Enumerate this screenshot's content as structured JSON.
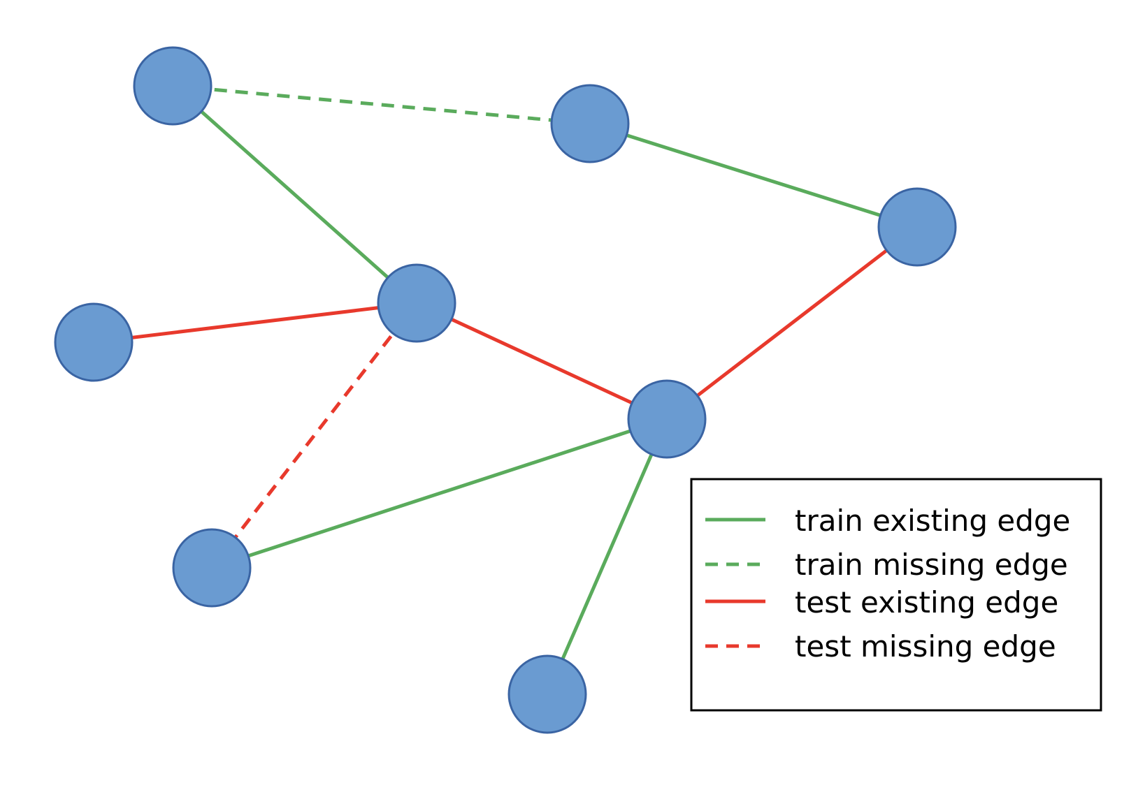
{
  "colors": {
    "train": "#5aab5c",
    "test": "#e8392c",
    "node_fill": "#6a9bd1",
    "node_stroke": "#3a64a3"
  },
  "legend": {
    "items": [
      {
        "label": "train existing edge",
        "kind": "train",
        "dashed": false
      },
      {
        "label": "train missing edge",
        "kind": "train",
        "dashed": true
      },
      {
        "label": "test existing edge",
        "kind": "test",
        "dashed": false
      },
      {
        "label": "test missing edge",
        "kind": "test",
        "dashed": true
      }
    ]
  },
  "graph": {
    "node_ids": [
      "n1",
      "n2",
      "n3",
      "n4",
      "n5",
      "n6",
      "n7",
      "n8"
    ],
    "edges": [
      {
        "from": "n1",
        "to": "n2",
        "kind": "train",
        "dashed": true
      },
      {
        "from": "n1",
        "to": "n4",
        "kind": "train",
        "dashed": false
      },
      {
        "from": "n2",
        "to": "n3",
        "kind": "train",
        "dashed": false
      },
      {
        "from": "n3",
        "to": "n6",
        "kind": "test",
        "dashed": false
      },
      {
        "from": "n5",
        "to": "n4",
        "kind": "test",
        "dashed": false
      },
      {
        "from": "n4",
        "to": "n6",
        "kind": "test",
        "dashed": false
      },
      {
        "from": "n4",
        "to": "n7",
        "kind": "test",
        "dashed": true
      },
      {
        "from": "n7",
        "to": "n6",
        "kind": "train",
        "dashed": false
      },
      {
        "from": "n6",
        "to": "n8",
        "kind": "train",
        "dashed": false
      }
    ]
  }
}
